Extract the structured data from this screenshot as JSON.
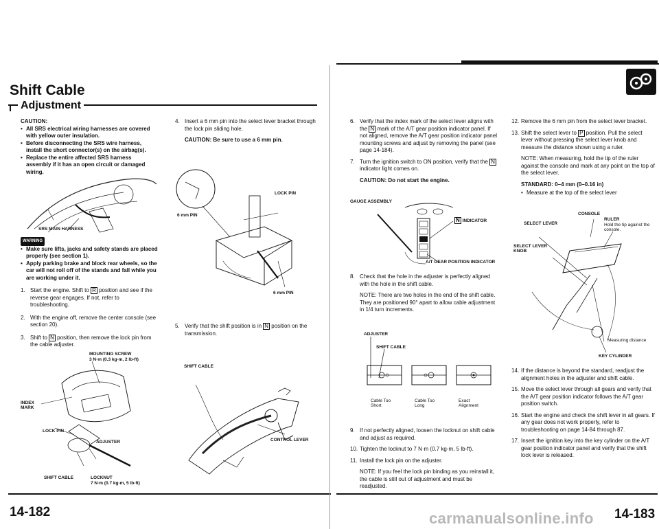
{
  "left": {
    "title": "Shift Cable",
    "subtitle": "Adjustment",
    "caution_label": "CAUTION:",
    "caution_items": [
      "All SRS electrical wiring harnesses are covered with yellow outer insulation.",
      "Before disconnecting the SRS wire harness, install the short connector(s) on the airbag(s).",
      "Replace the entire affected SRS harness assembly if it has an open circuit or damaged wiring."
    ],
    "fig1_label": "SRS MAIN HARNESS",
    "warning_badge": "WARNING",
    "warning_items": [
      "Make sure lifts, jacks and safety stands are placed properly (see section 1).",
      "Apply parking brake and block rear wheels, so the car will not roll off of the stands and fall while you are working under it."
    ],
    "steps": [
      {
        "n": "1.",
        "pre": "Start the engine. Shift to ",
        "box": "R",
        "post": " position and see if the reverse gear engages. If not, refer to troubleshooting."
      },
      {
        "n": "2.",
        "pre": "With the engine off, remove the center console (see section 20).",
        "box": "",
        "post": ""
      },
      {
        "n": "3.",
        "pre": "Shift to ",
        "box": "N",
        "post": " position, then remove the lock pin from the cable adjuster."
      }
    ],
    "fig2": {
      "mounting_screw": "MOUNTING SCREW",
      "mounting_torque": "3 N·m (0.3 kg-m, 2 lb-ft)",
      "index_mark": "INDEX MARK",
      "lock_pin": "LOCK PIN",
      "adjuster": "ADJUSTER",
      "shift_cable": "SHIFT CABLE",
      "locknut": "LOCKNUT",
      "locknut_torque": "7 N·m (0.7 kg-m, 5 lb-ft)"
    },
    "page_number": "14-182"
  },
  "middle": {
    "step4_n": "4.",
    "step4": "Insert a 6 mm pin into the select lever bracket through the lock pin sliding hole.",
    "caution4": "CAUTION: Be sure to use a 6 mm pin.",
    "fig3": {
      "lock_pin": "LOCK PIN",
      "pin_a": "6 mm PIN",
      "pin_b": "6 mm PIN"
    },
    "step5_n": "5.",
    "step5_pre": "Verify that the shift position is in ",
    "step5_box": "N",
    "step5_post": " position on the transmission.",
    "fig4": {
      "shift_cable": "SHIFT CABLE",
      "control_lever": "CONTROL LEVER"
    }
  },
  "right": {
    "step6_n": "6.",
    "step6_pre": "Verify that the index mark of the select lever aligns with the ",
    "step6_box": "N",
    "step6_post": " mark of the A/T gear position indicator panel. If not aligned, remove the A/T gear position indicator panel mounting screws and adjust by removing the panel (see page 14-184).",
    "step7_n": "7.",
    "step7_pre": "Turn the ignition switch to ON position, verify that the ",
    "step7_box": "N",
    "step7_post": " indicator light comes on.",
    "caution7": "CAUTION: Do not start the engine.",
    "fig5": {
      "gauge_assembly": "GAUGE ASSEMBLY",
      "n_indicator_box": "N",
      "n_indicator": "INDICATOR",
      "at_gear": "A/T GEAR POSITION INDICATOR"
    },
    "step8_n": "8.",
    "step8": "Check that the hole in the adjuster is perfectly aligned with the hole in the shift cable.",
    "note8": "NOTE: There are two holes in the end of the shift cable. They are positioned 90° apart to allow cable adjustment in 1/4 turn increments.",
    "fig6": {
      "adjuster": "ADJUSTER",
      "shift_cable": "SHIFT CABLE",
      "c1": "Cable Too Short",
      "c2": "Cable Too Long",
      "c3": "Exact Alignment"
    },
    "step9_n": "9.",
    "step9": "If not perfectly aligned, loosen the locknut on shift cable and adjust as required.",
    "step10_n": "10.",
    "step10": "Tighten the locknut to 7 N·m (0.7 kg-m, 5 lb-ft).",
    "step11_n": "11.",
    "step11": "Install the lock pin on the adjuster.",
    "note11": "NOTE: If you feel the lock pin binding as you reinstall it, the cable is still out of adjustment and must be readjusted."
  },
  "far_right": {
    "step12_n": "12.",
    "step12": "Remove the 6 mm pin from the select lever bracket.",
    "step13_n": "13.",
    "step13_pre": "Shift the select lever to ",
    "step13_box": "P",
    "step13_post": " position. Pull the select lever without pressing the select lever knob and measure the distance shown using a ruler.",
    "note13": "NOTE: When measuring, hold the tip of the ruler against the console and mark at any point on the top of the select lever.",
    "standard": "STANDARD: 0–4 mm (0–0.16 in)",
    "standard_bullet": "Measure at the top of the select lever",
    "fig7": {
      "console": "CONSOLE",
      "ruler": "RULER",
      "ruler_note": "Hold the tip against the console.",
      "select_lever": "SELECT LEVER",
      "select_lever_knob": "SELECT LEVER KNOB",
      "measuring": "Measuring distance",
      "key_cylinder": "KEY CYLINDER"
    },
    "step14_n": "14.",
    "step14": "If the distance is beyond the standard, readjust the alignment holes in the adjuster and shift cable.",
    "step15_n": "15.",
    "step15": "Move the select lever through all gears and verify that the A/T gear position indicator follows the A/T gear position switch.",
    "step16_n": "16.",
    "step16": "Start the engine and check the shift lever in all gears. If any gear does not work properly, refer to troubleshooting on page 14-84 through 87.",
    "step17_n": "17.",
    "step17": "Insert the ignition key into the key cylinder on the A/T gear position indicator panel and verify that the shift lock lever is released.",
    "page_number": "14-183",
    "watermark": "carmanualsonline.info"
  }
}
